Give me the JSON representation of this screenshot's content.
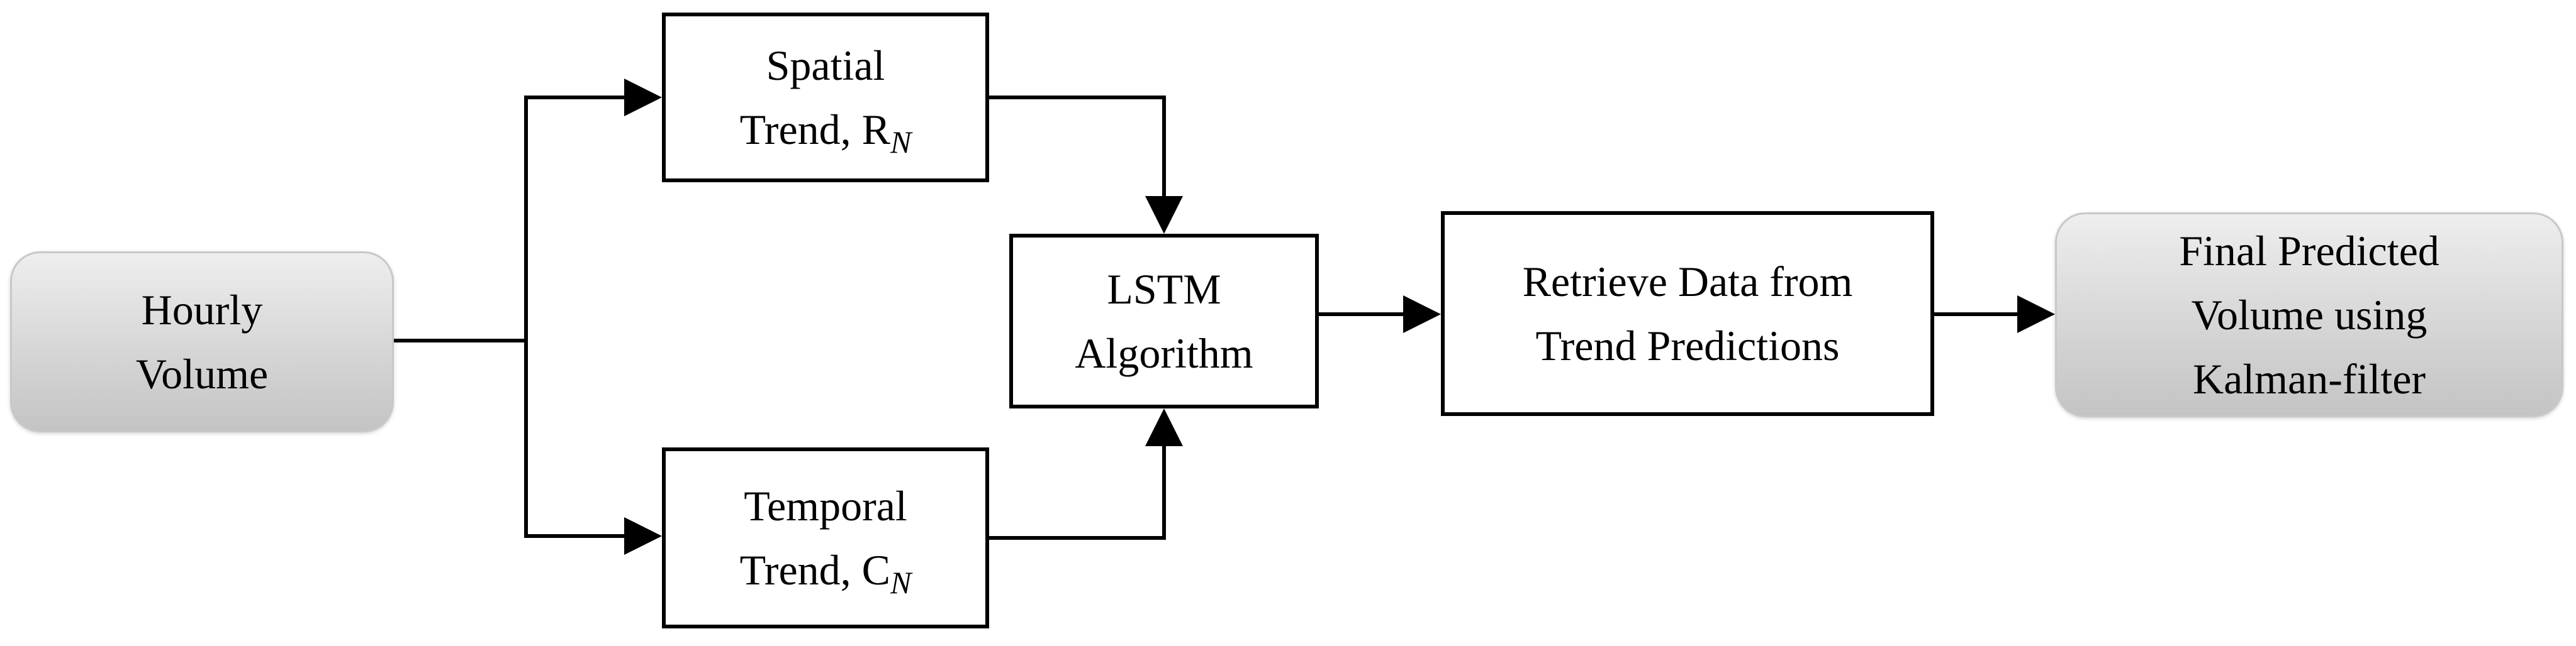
{
  "nodes": {
    "hourly": {
      "line1": "Hourly",
      "line2": "Volume"
    },
    "spatial": {
      "line1": "Spatial",
      "line2": "Trend, R",
      "sub": "N"
    },
    "temporal": {
      "line1": "Temporal",
      "line2": "Trend, C",
      "sub": "N"
    },
    "lstm": {
      "line1": "LSTM",
      "line2": "Algorithm"
    },
    "retrieve": {
      "line1": "Retrieve Data from",
      "line2": "Trend Predictions"
    },
    "final": {
      "line1": "Final Predicted",
      "line2": "Volume using",
      "line3": "Kalman-filter"
    }
  },
  "colors": {
    "stroke": "#000000",
    "terminal_fill": "#d6d6d6",
    "box_fill": "#ffffff"
  }
}
